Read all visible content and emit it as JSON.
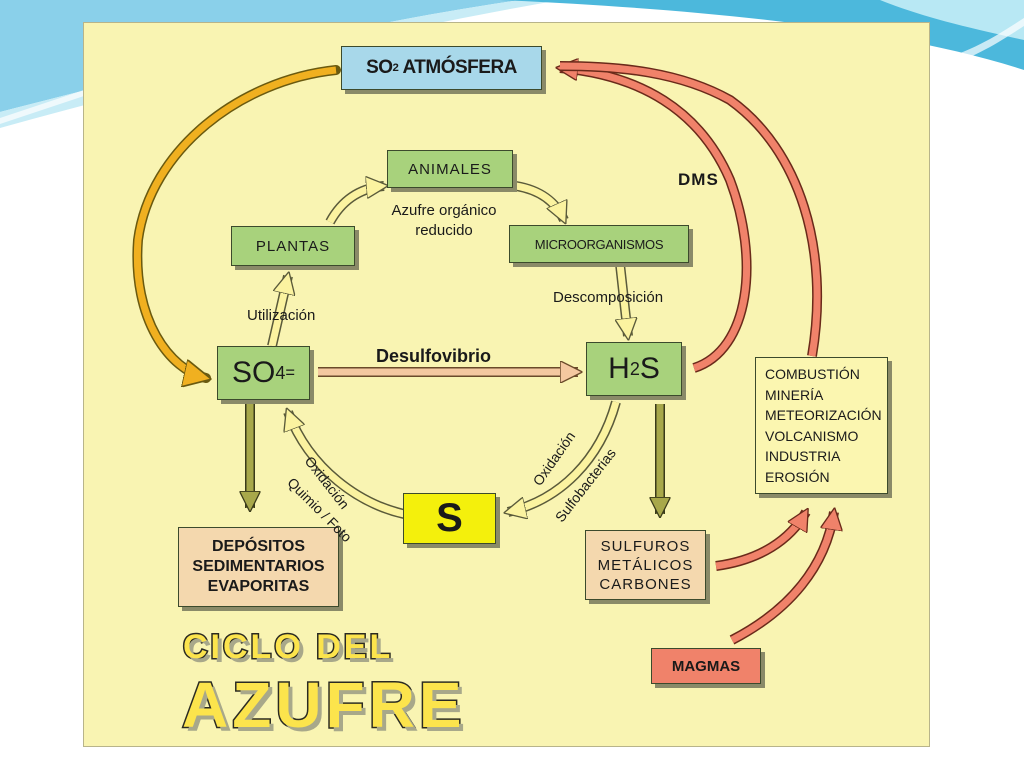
{
  "boxes": {
    "so2": {
      "pre": "SO",
      "sub": "2",
      "post": " ATMÓSFERA"
    },
    "animales": "ANIMALES",
    "plantas": "PLANTAS",
    "microorganismos": "MICROORGANISMOS",
    "so4": {
      "pre": "SO",
      "sub": "4",
      "sup": "="
    },
    "h2s": {
      "pre": "H",
      "sub": "2",
      "post": "S"
    },
    "s": "S",
    "depositos": [
      "DEPÓSITOS",
      "SEDIMENTARIOS",
      "EVAPORITAS"
    ],
    "sulfuros": [
      "SULFUROS",
      "METÁLICOS",
      "CARBONES"
    ],
    "fuentes": [
      "COMBUSTIÓN",
      "MINERÍA",
      "METEORIZACIÓN",
      "VOLCANISMO",
      "INDUSTRIA",
      "EROSIÓN"
    ],
    "magmas": "MAGMAS"
  },
  "labels": {
    "azufre_organico": [
      "Azufre orgánico",
      "reducido"
    ],
    "utilizacion": "Utilización",
    "descomposicion": "Descomposición",
    "desulfovibrio": "Desulfovibrio",
    "dms": "DMS",
    "oxidacion_left": "Oxidación",
    "quimio_foto": "Quimio / Foto",
    "oxidacion_right": "Oxidación",
    "sulfobacterias": "Sulfobacterias"
  },
  "title": {
    "line1": "CICLO DEL",
    "line2": "AZUFRE"
  },
  "colors": {
    "panel": "#f9f4b2",
    "green_box": "#a8d27c",
    "blue_box": "#a8d8ea",
    "yellow_box": "#f4f00c",
    "tan_box": "#f4d8ae",
    "salmon_box": "#f0826a",
    "orange_arrow": "#f0b020",
    "red_arrow": "#f0826a",
    "pale_arrow": "#fbf3a0",
    "olive_arrow": "#a8a84a",
    "title_fill": "#fce44c"
  }
}
